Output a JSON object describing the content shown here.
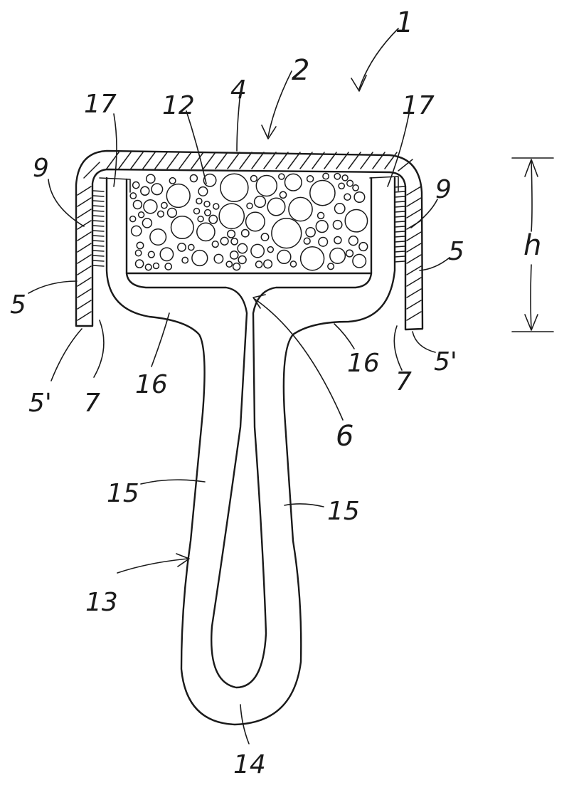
{
  "figure": {
    "reference_labels": {
      "device": "1",
      "cap": "2",
      "cap_top": "4",
      "side_wall_left": "5",
      "side_wall_right": "5",
      "wall_edge_left": "5'",
      "wall_edge_right": "5'",
      "insert": "6",
      "gap_left": "7",
      "gap_right": "7",
      "bristles_left": "9",
      "bristles_right": "9",
      "foam_body": "12",
      "handle": "13",
      "handle_loop": "14",
      "handle_arm_left": "15",
      "handle_arm_right": "15",
      "shoulder_left": "16",
      "shoulder_right": "16",
      "tab_left": "17",
      "tab_right": "17",
      "height": "h"
    }
  }
}
